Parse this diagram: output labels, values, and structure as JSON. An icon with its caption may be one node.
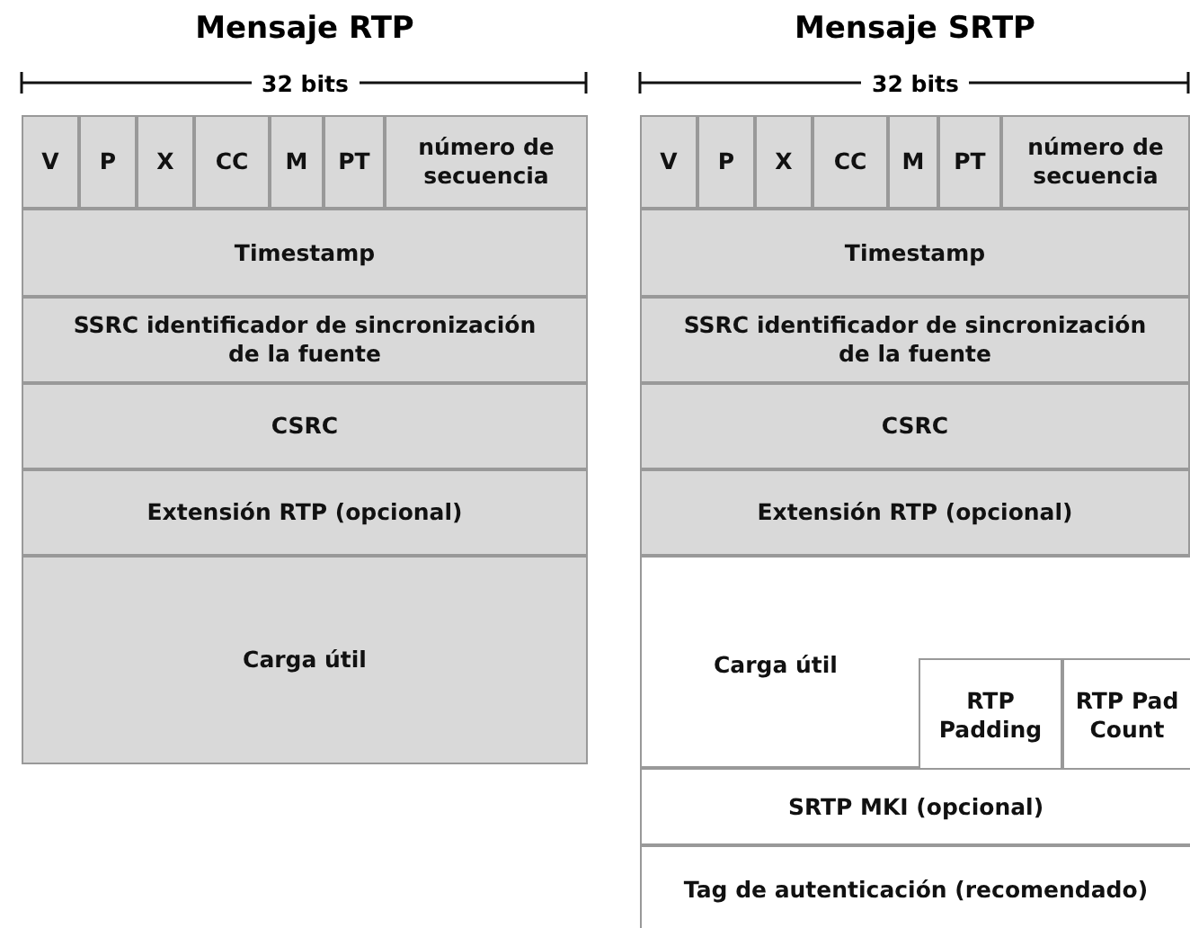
{
  "diagram": {
    "nodes": [
      {
        "text": [
          "V"
        ]
      },
      {
        "text": [
          "P"
        ]
      },
      {
        "text": [
          "X"
        ]
      },
      {
        "text": [
          "CC"
        ]
      },
      {
        "text": [
          "M"
        ]
      },
      {
        "text": [
          "PT"
        ]
      },
      {
        "text": [
          "número de secuencia"
        ]
      },
      {
        "text": [
          "Timestamp"
        ]
      },
      {
        "text": [
          "SSRC identificador de sincronización de la fuente"
        ]
      },
      {
        "text": [
          "CSRC"
        ]
      },
      {
        "text": [
          "Extensión RTP (opcional)"
        ]
      },
      {
        "text": [
          "Carga útil"
        ]
      },
      {
        "text": [
          "V"
        ]
      },
      {
        "text": [
          "P"
        ]
      },
      {
        "text": [
          "X"
        ]
      },
      {
        "text": [
          "CC"
        ]
      },
      {
        "text": [
          "M"
        ]
      },
      {
        "text": [
          "PT"
        ]
      },
      {
        "text": [
          "número de secuencia"
        ]
      },
      {
        "text": [
          "Timestamp"
        ]
      },
      {
        "text": [
          "SSRC identificador de sincronización de la fuente"
        ]
      },
      {
        "text": [
          "CSRC"
        ]
      },
      {
        "text": [
          "Extensión RTP (opcional)"
        ]
      },
      {
        "text": [
          "Carga útil"
        ]
      },
      {
        "text": [
          "RTP Padding"
        ],
        "in": 23
      },
      {
        "text": [
          "RTP Pad Count"
        ],
        "in": 23
      },
      {
        "text": [
          "SRTP MKI (opcional)"
        ]
      },
      {
        "text": [
          "Tag de autenticación (recomendado)"
        ]
      }
    ],
    "labels": [
      "Mensaje RTP",
      "32 bits",
      "Mensaje SRTP",
      "32 bits"
    ]
  }
}
